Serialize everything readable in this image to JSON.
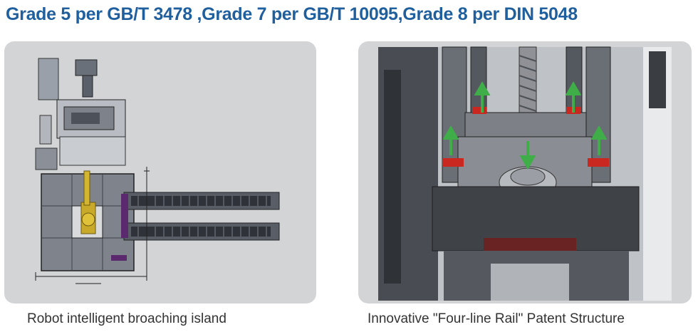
{
  "headline": "Grade 5 per GB/T 3478 ,Grade 7 per GB/T 10095,Grade 8 per DIN 5048",
  "panels": [
    {
      "caption": "Robot intelligent broaching island",
      "image": "top-view layout drawing of robotic broaching cell"
    },
    {
      "caption": "Innovative \"Four-line Rail\" Patent Structure",
      "image": "3D CAD render of broaching machine with four guide rails"
    }
  ],
  "colors": {
    "headline": "#1f5f9e",
    "panel_bg": "#d3d4d6",
    "caption": "#333333",
    "arrow": "#3fae49",
    "rail_marker": "#c8281f"
  }
}
